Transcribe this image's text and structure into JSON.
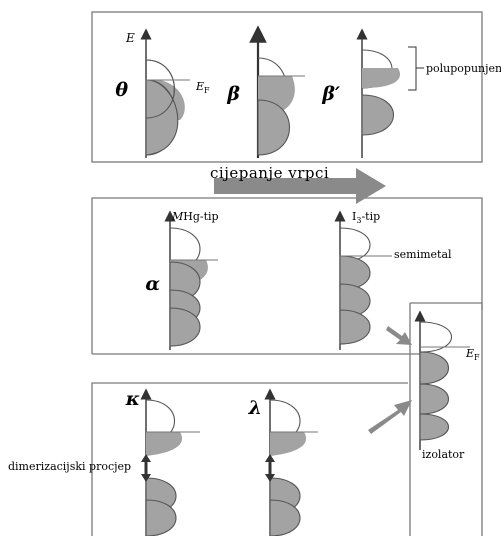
{
  "diagram": {
    "axis_label": "E",
    "panel_top": {
      "phases": [
        {
          "symbol": "θ",
          "fermi_label": "E",
          "fermi_sub": "F"
        },
        {
          "symbol": "β"
        },
        {
          "symbol": "β′"
        }
      ],
      "bracket_label": "polupopunjene"
    },
    "split_label": "cijepanje vrpci",
    "panel_mid": {
      "phases": [
        {
          "symbol": "α",
          "type_prefix": "M",
          "type_label": "Hg-tip"
        },
        {
          "type_label_pre": "I",
          "type_sub": "3",
          "type_label_post": "-tip"
        }
      ],
      "semimetal_label": "semimetal"
    },
    "insulator": {
      "fermi_label": "E",
      "fermi_sub": "F",
      "label": "izolator"
    },
    "panel_bottom": {
      "phases": [
        {
          "symbol": "κ"
        },
        {
          "symbol": "λ"
        }
      ],
      "gap_label": "dimerizacijski procjep"
    },
    "colors": {
      "fill": "#a3a3a3",
      "stroke": "#555555",
      "arrow": "#8a8a8a",
      "frame": "#7a7a7a"
    }
  }
}
